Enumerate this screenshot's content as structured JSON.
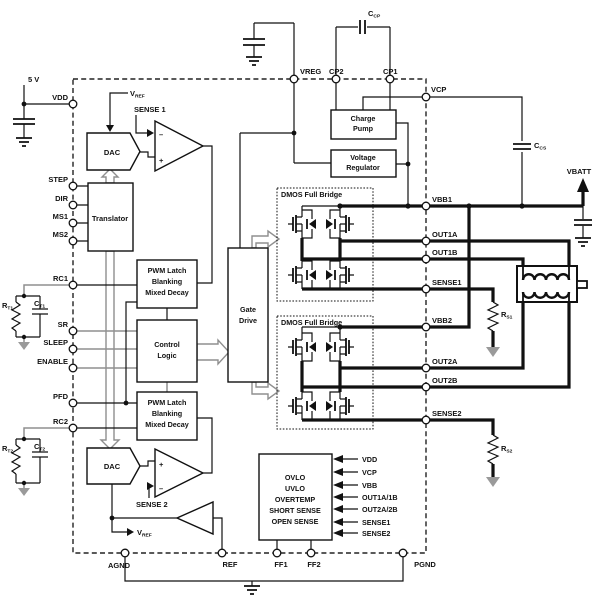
{
  "supply": {
    "v5": "5 V",
    "vbatt": "VBATT"
  },
  "pins": {
    "vdd": "VDD",
    "step": "STEP",
    "dir": "DIR",
    "ms1": "MS1",
    "ms2": "MS2",
    "rc1": "RC1",
    "sr": "SR",
    "sleep": "SLEEP",
    "enable": "ENABLE",
    "pfd": "PFD",
    "rc2": "RC2",
    "vreg": "VREG",
    "cp2": "CP2",
    "cp1": "CP1",
    "vcp": "VCP",
    "vbb1": "VBB1",
    "out1a": "OUT1A",
    "out1b": "OUT1B",
    "sense1": "SENSE1",
    "vbb2": "VBB2",
    "out2a": "OUT2A",
    "out2b": "OUT2B",
    "sense2": "SENSE2",
    "agnd": "AGND",
    "ref": "REF",
    "ff1": "FF1",
    "ff2": "FF2",
    "pgnd": "PGND"
  },
  "blocks": {
    "dac": "DAC",
    "translator": "Translator",
    "pwm": {
      "l1": "PWM Latch",
      "l2": "Blanking",
      "l3": "Mixed Decay"
    },
    "control": {
      "l1": "Control",
      "l2": "Logic"
    },
    "gate": {
      "l1": "Gate",
      "l2": "Drive"
    },
    "charge_pump": {
      "l1": "Charge",
      "l2": "Pump"
    },
    "voltage_regulator": {
      "l1": "Voltage",
      "l2": "Regulator"
    },
    "bridge": "DMOS Full Bridge",
    "fault": {
      "lines": [
        "OVLO",
        "UVLO",
        "OVERTEMP",
        "SHORT SENSE",
        "OPEN SENSE"
      ],
      "inputs": [
        "VDD",
        "VCP",
        "VBB",
        "OUT1A/1B",
        "OUT2A/2B",
        "SENSE1",
        "SENSE2"
      ]
    }
  },
  "signals": {
    "vref_main": "V",
    "vref_sub": "REF",
    "sense1": "SENSE 1",
    "sense2": "SENSE 2",
    "plus": "+",
    "minus": "–"
  },
  "components": {
    "ccp": {
      "main": "C",
      "sub": "CP"
    },
    "ccs": {
      "main": "C",
      "sub": "CS"
    },
    "rs1": {
      "main": "R",
      "sub": "S1"
    },
    "rs2": {
      "main": "R",
      "sub": "S2"
    },
    "rt1": {
      "main": "R",
      "sub": "T1"
    },
    "ct1": {
      "main": "C",
      "sub": "T1"
    },
    "rt2": {
      "main": "R",
      "sub": "T2"
    },
    "ct2": {
      "main": "C",
      "sub": "T2"
    }
  },
  "colors": {
    "wire": "#111111",
    "gray": "#8f8f8f",
    "background": "#ffffff"
  }
}
